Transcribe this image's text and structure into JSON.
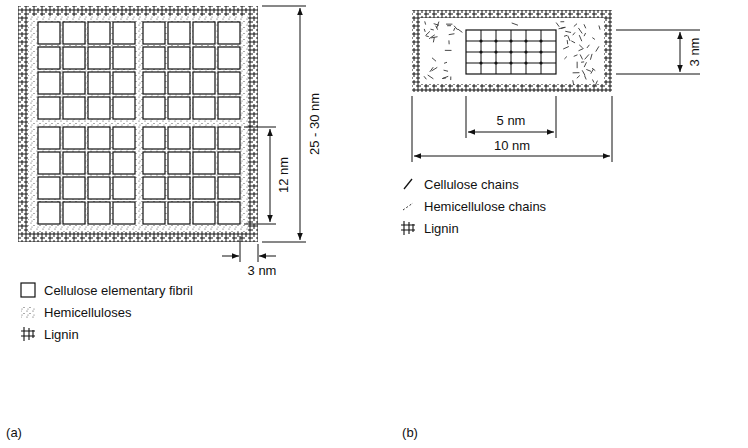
{
  "diagram": {
    "labels": [
      "25 - 30 nm",
      "12 nm",
      "3 nm",
      "(a)",
      "3 nm",
      "5 nm",
      "10 nm",
      "(b)"
    ],
    "legend": [
      {
        "text": "Cellulose elementary fibril"
      },
      {
        "text": "Hemicelluloses"
      },
      {
        "text": "Lignin"
      },
      {
        "text": "Cellulose chains"
      },
      {
        "text": "Hemicellulose chains"
      },
      {
        "text": "Lignin"
      }
    ]
  }
}
